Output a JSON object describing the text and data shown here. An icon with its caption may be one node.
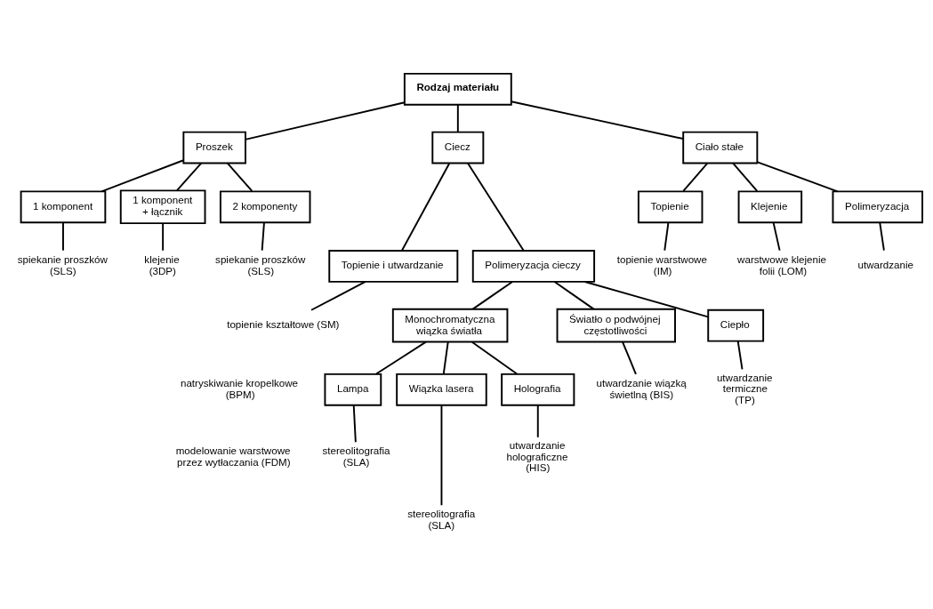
{
  "diagram": {
    "nodes": [
      {
        "text": [
          "Rodzaj materiału"
        ]
      },
      {
        "text": [
          "Proszek"
        ]
      },
      {
        "text": [
          "Ciecz"
        ]
      },
      {
        "text": [
          "Ciało stałe"
        ]
      },
      {
        "text": [
          "1 komponent"
        ]
      },
      {
        "text": [
          "1 komponent + łącznik"
        ]
      },
      {
        "text": [
          "2 komponenty"
        ]
      },
      {
        "text": [
          "Topienie"
        ]
      },
      {
        "text": [
          "Klejenie"
        ]
      },
      {
        "text": [
          "Polimeryzacja"
        ]
      },
      {
        "text": [
          "spiekanie proszków (SLS)"
        ]
      },
      {
        "text": [
          "klejenie (3DP)"
        ]
      },
      {
        "text": [
          "spiekanie proszków (SLS)"
        ]
      },
      {
        "text": [
          "topienie warstwowe (IM)"
        ]
      },
      {
        "text": [
          "warstwowe klejenie folii (LOM)"
        ]
      },
      {
        "text": [
          "utwardzanie"
        ]
      },
      {
        "text": [
          "Topienie i utwardzanie"
        ]
      },
      {
        "text": [
          "Polimeryzacja cieczy"
        ]
      },
      {
        "text": [
          "topienie kształtowe (SM)"
        ]
      },
      {
        "text": [
          "Monochromatyczna wiązka światła"
        ]
      },
      {
        "text": [
          "Światło o podwójnej częstotliwości"
        ]
      },
      {
        "text": [
          "Ciepło"
        ]
      },
      {
        "text": [
          "Lampa"
        ]
      },
      {
        "text": [
          "Wiązka lasera"
        ]
      },
      {
        "text": [
          "Holografia"
        ]
      },
      {
        "text": [
          "stereolitografia (SLA)"
        ]
      },
      {
        "text": [
          "utwardzanie holograficzne (HIS)"
        ]
      },
      {
        "text": [
          "utwardzanie wiązką świetlną (BIS)"
        ]
      },
      {
        "text": [
          "utwardzanie termiczne (TP)"
        ]
      },
      {
        "text": [
          "stereolitografia (SLA)"
        ]
      }
    ],
    "edges": [
      {
        "from": 0,
        "to": 1,
        "arrow": "none"
      },
      {
        "from": 0,
        "to": 2,
        "arrow": "none"
      },
      {
        "from": 0,
        "to": 3,
        "arrow": "none"
      },
      {
        "from": 1,
        "to": 4,
        "arrow": "none"
      },
      {
        "from": 1,
        "to": 5,
        "arrow": "none"
      },
      {
        "from": 1,
        "to": 6,
        "arrow": "none"
      },
      {
        "from": 3,
        "to": 7,
        "arrow": "none"
      },
      {
        "from": 3,
        "to": 8,
        "arrow": "none"
      },
      {
        "from": 3,
        "to": 9,
        "arrow": "none"
      },
      {
        "from": 4,
        "to": 10,
        "arrow": "none"
      },
      {
        "from": 5,
        "to": 11,
        "arrow": "none"
      },
      {
        "from": 6,
        "to": 12,
        "arrow": "none"
      },
      {
        "from": 7,
        "to": 13,
        "arrow": "none"
      },
      {
        "from": 8,
        "to": 14,
        "arrow": "none"
      },
      {
        "from": 9,
        "to": 15,
        "arrow": "none"
      },
      {
        "from": 2,
        "to": 16,
        "arrow": "none"
      },
      {
        "from": 2,
        "to": 17,
        "arrow": "none"
      },
      {
        "from": 16,
        "to": 18,
        "arrow": "none"
      },
      {
        "from": 17,
        "to": 19,
        "arrow": "none"
      },
      {
        "from": 17,
        "to": 20,
        "arrow": "none"
      },
      {
        "from": 17,
        "to": 21,
        "arrow": "none"
      },
      {
        "from": 19,
        "to": 22,
        "arrow": "none"
      },
      {
        "from": 19,
        "to": 23,
        "arrow": "none"
      },
      {
        "from": 19,
        "to": 24,
        "arrow": "none"
      },
      {
        "from": 22,
        "to": 25,
        "arrow": "none"
      },
      {
        "from": 24,
        "to": 26,
        "arrow": "none"
      },
      {
        "from": 20,
        "to": 27,
        "arrow": "none"
      },
      {
        "from": 21,
        "to": 28,
        "arrow": "none"
      },
      {
        "from": 23,
        "to": 29,
        "arrow": "none"
      }
    ],
    "labels": [
      "natryskiwanie kropelkowe (BPM)",
      "modelowanie warstwowe przez wytłaczania (FDM)"
    ]
  }
}
